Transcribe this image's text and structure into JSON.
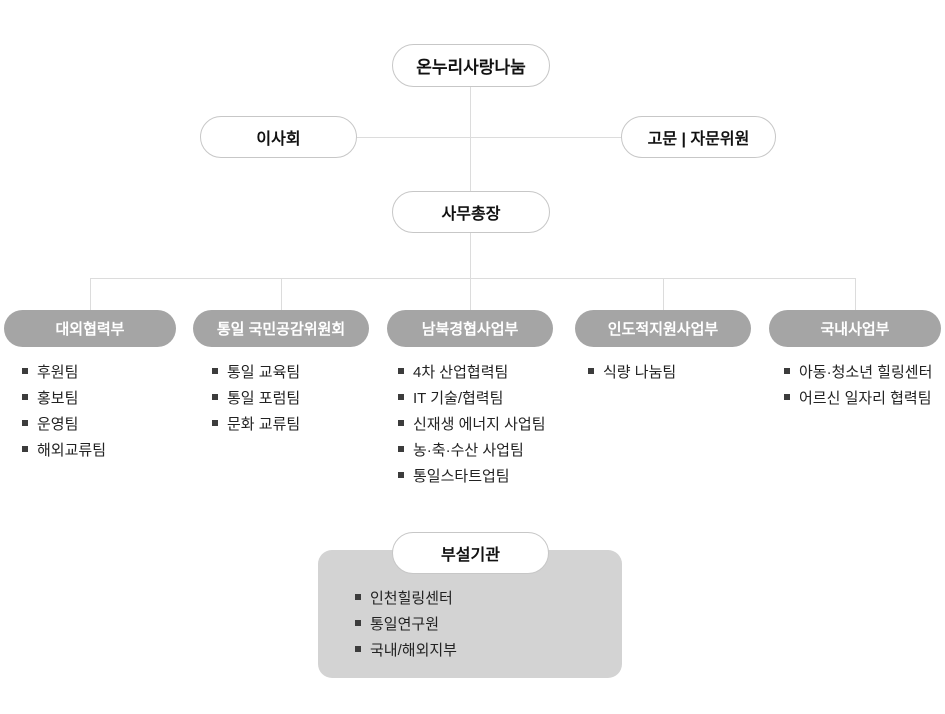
{
  "org": {
    "root": {
      "label": "온누리사랑나눔"
    },
    "board": {
      "label": "이사회"
    },
    "advisors": {
      "label": "고문 | 자문위원"
    },
    "secretary": {
      "label": "사무총장"
    },
    "departments": [
      {
        "label": "대외협력부",
        "teams": [
          "후원팀",
          "홍보팀",
          "운영팀",
          "해외교류팀"
        ]
      },
      {
        "label": "통일 국민공감위원회",
        "teams": [
          "통일 교육팀",
          "통일 포럼팀",
          "문화 교류팀"
        ]
      },
      {
        "label": "남북경협사업부",
        "teams": [
          "4차 산업협력팀",
          "IT 기술/협력팀",
          "신재생 에너지 사업팀",
          "농·축·수산 사업팀",
          "통일스타트업팀"
        ]
      },
      {
        "label": "인도적지원사업부",
        "teams": [
          "식량 나눔팀"
        ]
      },
      {
        "label": "국내사업부",
        "teams": [
          "아동·청소년 힐링센터",
          "어르신 일자리 협력팀"
        ]
      }
    ],
    "affiliate": {
      "label": "부설기관",
      "items": [
        "인천힐링센터",
        "통일연구원",
        "국내/해외지부"
      ]
    }
  },
  "colors": {
    "department_pill": "#a5a5a5",
    "pill_border": "#c7c7c7",
    "connector_line": "#dcdcdc",
    "affiliate_box": "#d3d3d3",
    "bullet": "#3c3c3c",
    "text": "#222222"
  }
}
